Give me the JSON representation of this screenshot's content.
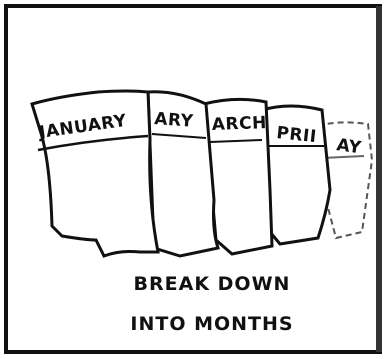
{
  "pages": [
    {
      "label": "JANUARY"
    },
    {
      "label": "ARY"
    },
    {
      "label": "ARCH"
    },
    {
      "label": "PRII"
    },
    {
      "label": "AY"
    }
  ],
  "caption": {
    "line1": "BREAK  DOWN",
    "line2": "INTO  MONTHS"
  }
}
